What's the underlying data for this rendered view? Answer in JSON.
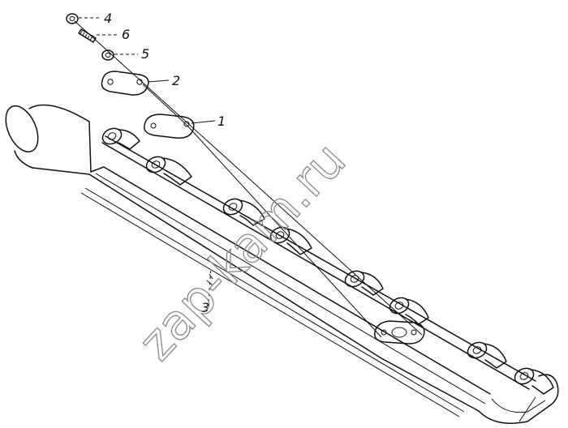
{
  "callouts": [
    {
      "id": "callout-4",
      "label": "4"
    },
    {
      "id": "callout-6",
      "label": "6"
    },
    {
      "id": "callout-5",
      "label": "5"
    },
    {
      "id": "callout-2",
      "label": "2"
    },
    {
      "id": "callout-1",
      "label": "1"
    },
    {
      "id": "callout-3",
      "label": "3"
    }
  ],
  "watermark": {
    "text": "zap-kam.ru"
  },
  "colors": {
    "line": "#111111",
    "watermark": "#8a8a8a",
    "background": "#ffffff"
  }
}
